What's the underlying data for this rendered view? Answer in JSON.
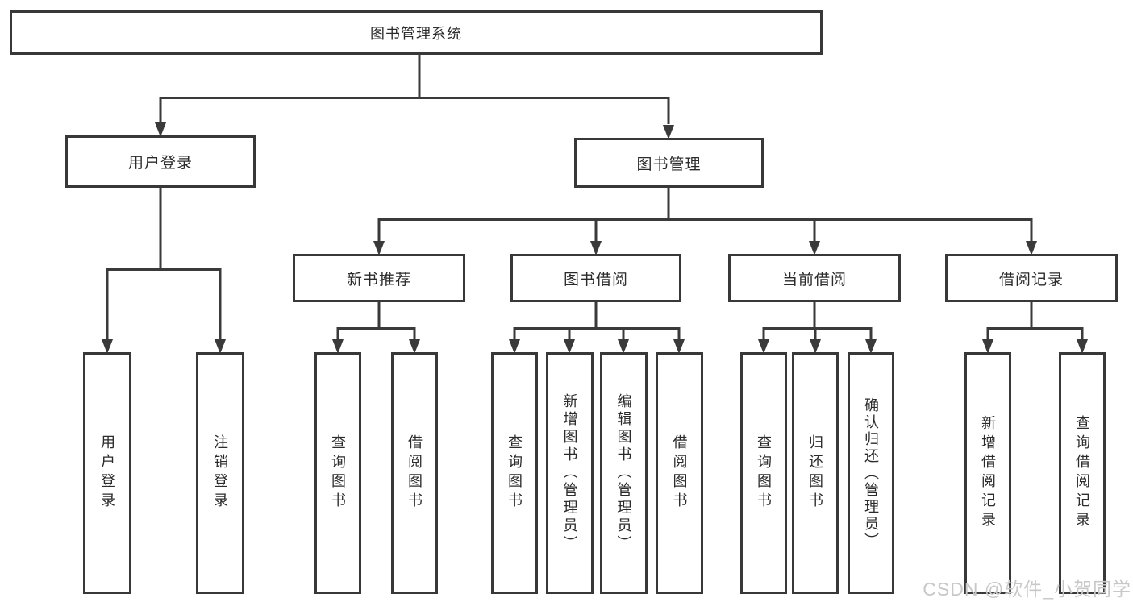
{
  "diagram": {
    "root": {
      "label": "图书管理系统"
    },
    "branches": [
      {
        "label": "用户登录",
        "children": [
          {
            "label": "用户登录"
          },
          {
            "label": "注销登录"
          }
        ]
      },
      {
        "label": "图书管理",
        "children": [
          {
            "label": "新书推荐",
            "children": [
              {
                "label": "查询图书"
              },
              {
                "label": "借阅图书"
              }
            ]
          },
          {
            "label": "图书借阅",
            "children": [
              {
                "label": "查询图书"
              },
              {
                "label": "新增图书（管理员）"
              },
              {
                "label": "编辑图书（管理员）"
              },
              {
                "label": "借阅图书"
              }
            ]
          },
          {
            "label": "当前借阅",
            "children": [
              {
                "label": "查询图书"
              },
              {
                "label": "归还图书"
              },
              {
                "label": "确认归还（管理员）"
              }
            ]
          },
          {
            "label": "借阅记录",
            "children": [
              {
                "label": "新增借阅记录"
              },
              {
                "label": "查询借阅记录"
              }
            ]
          }
        ]
      }
    ]
  },
  "watermark": {
    "text": "CSDN @软件_小贺同学"
  },
  "colors": {
    "line": "#3a3a3a",
    "box_border": "#383838",
    "text": "#2b2b2b",
    "watermark": "#c8c8c8",
    "background": "#ffffff"
  }
}
